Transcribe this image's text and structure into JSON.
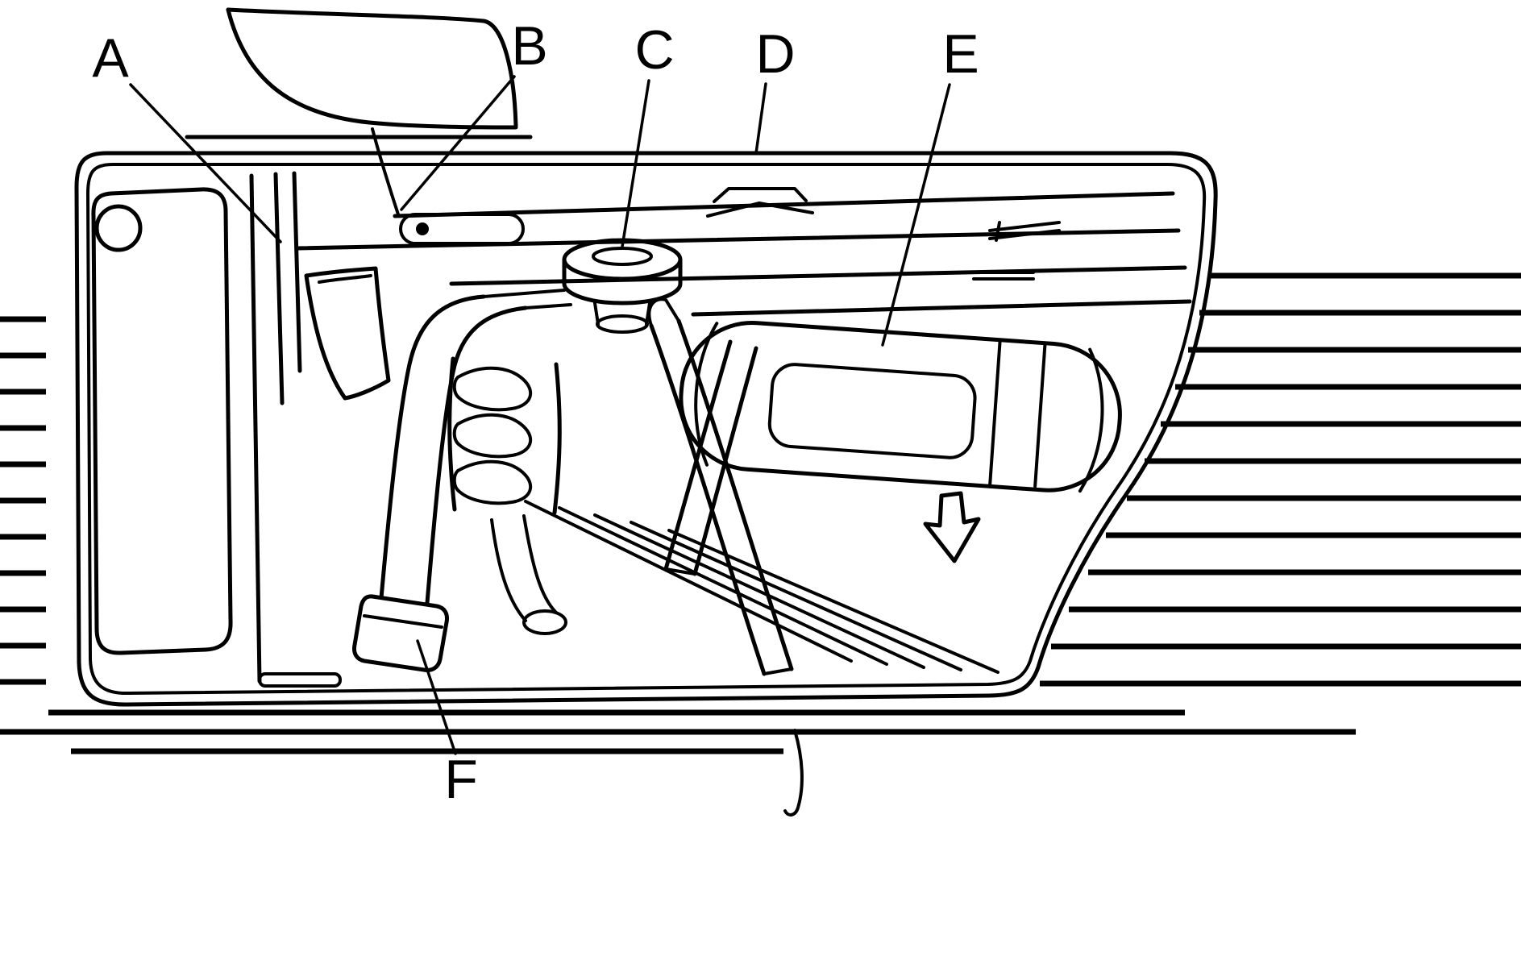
{
  "diagram": {
    "ink_color": "#000000",
    "background_color": "#ffffff",
    "callouts": [
      {
        "label": "A"
      },
      {
        "label": "B"
      },
      {
        "label": "C"
      },
      {
        "label": "D"
      },
      {
        "label": "E"
      },
      {
        "label": "F"
      }
    ]
  }
}
